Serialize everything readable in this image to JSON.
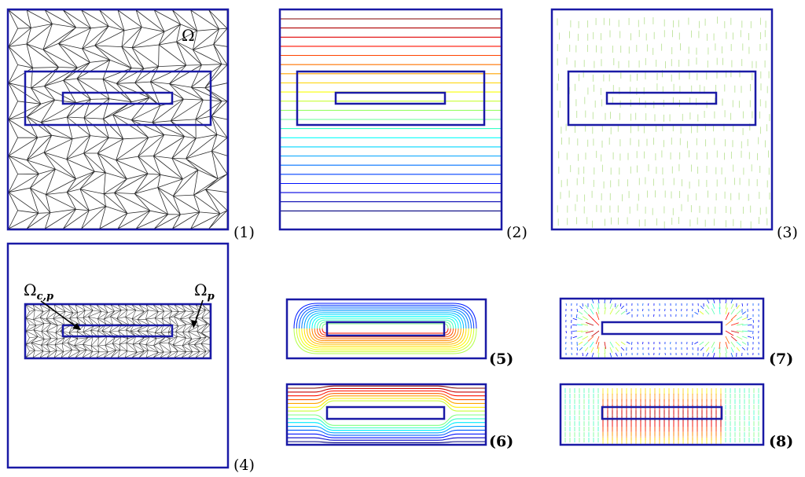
{
  "panels": [
    {
      "id": 1,
      "label": "(1)",
      "content": "triangular-mesh",
      "region_label": "Ω"
    },
    {
      "id": 2,
      "label": "(2)",
      "content": "horizontal-contours"
    },
    {
      "id": 3,
      "label": "(3)",
      "content": "uniform-vector-field"
    },
    {
      "id": 4,
      "label": "(4)",
      "content": "refined-local-mesh",
      "region_labels": [
        "Ω",
        "c,p",
        "Ω",
        "p"
      ]
    },
    {
      "id": 5,
      "label": "(5)",
      "content": "local-contours-around-inclusion"
    },
    {
      "id": 6,
      "label": "(6)",
      "content": "corrected-contours"
    },
    {
      "id": 7,
      "label": "(7)",
      "content": "local-vector-field"
    },
    {
      "id": 8,
      "label": "(8)",
      "content": "corrected-vector-field"
    }
  ],
  "text": {
    "omega": "Ω",
    "omega_cp_base": "Ω",
    "omega_cp_sub": "c,p",
    "omega_p_base": "Ω",
    "omega_p_sub": "p",
    "l1": "(1)",
    "l2": "(2)",
    "l3": "(3)",
    "l4": "(4)",
    "l5": "(5)",
    "l6": "(6)",
    "l7": "(7)",
    "l8": "(8)"
  },
  "colors": {
    "frame": "#1a1aa6",
    "mesh": "#222222",
    "arrow_green": "#b5e08a"
  }
}
